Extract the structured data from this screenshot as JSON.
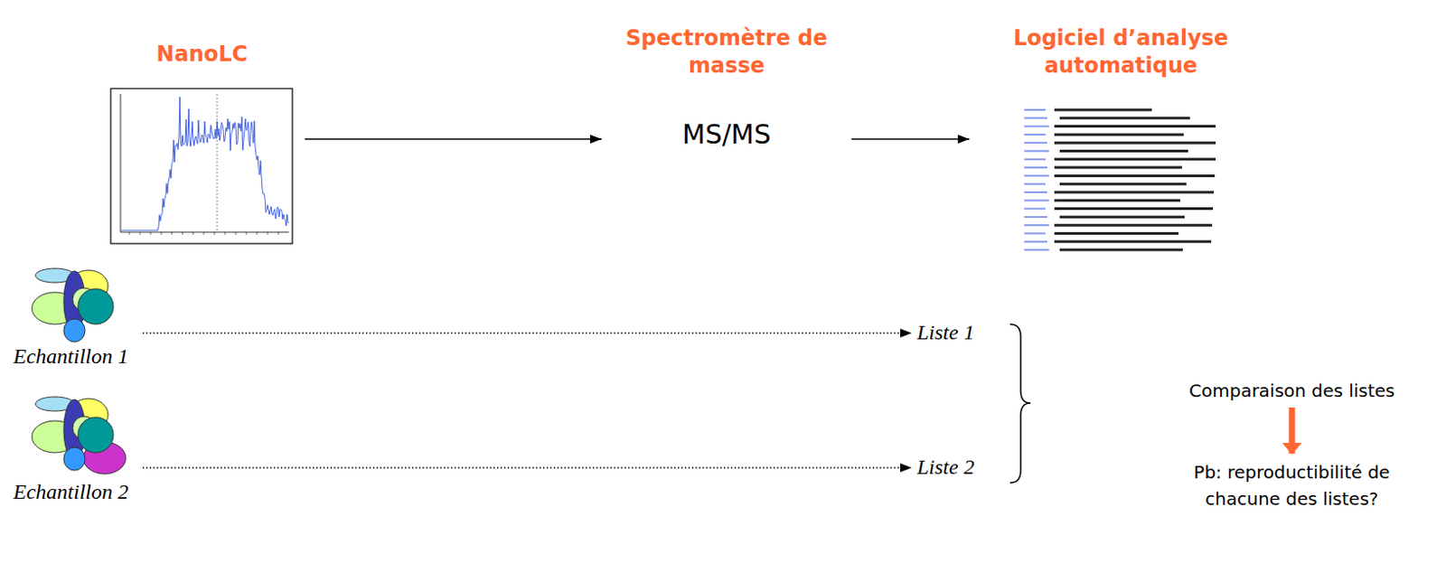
{
  "diagram": {
    "nodes": [
      {
        "text": [
          "NanoLC"
        ]
      },
      {
        "text": [
          "Spectromètre de masse",
          "MS/MS"
        ]
      },
      {
        "text": [
          "Logiciel d’analyse automatique"
        ]
      },
      {
        "text": [
          "Echantillon 1"
        ]
      },
      {
        "text": [
          "Liste 1"
        ]
      },
      {
        "text": [
          "Echantillon 2"
        ]
      },
      {
        "text": [
          "Liste 2"
        ]
      },
      {
        "text": [
          "Comparaison des listes"
        ]
      },
      {
        "text": [
          "Pb: reproductibilité de chacune des listes?"
        ]
      }
    ],
    "edges": [
      {
        "from": 0,
        "to": 1,
        "arrow": "to"
      },
      {
        "from": 1,
        "to": 2,
        "arrow": "to"
      },
      {
        "from": 3,
        "to": 4,
        "arrow": "to"
      },
      {
        "from": 5,
        "to": 6,
        "arrow": "to"
      },
      {
        "from": 7,
        "to": 8,
        "arrow": "to"
      }
    ]
  }
}
